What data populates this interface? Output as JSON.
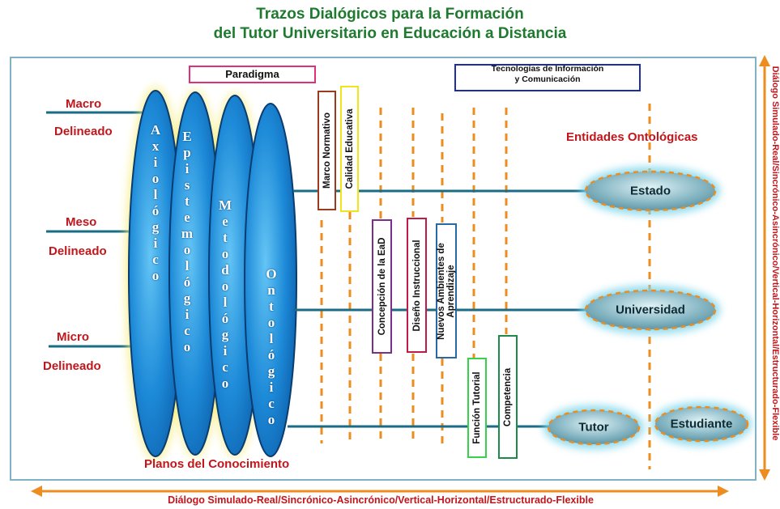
{
  "title": {
    "line1": "Trazos Dialógicos  para la Formación",
    "line2": "del Tutor Universitario en Educación a Distancia"
  },
  "paradigma": "Paradigma",
  "tecnologias": {
    "line1": "Tecnologías  de Información",
    "line2": "y Comunicación"
  },
  "levels": [
    {
      "name": "Macro",
      "sub": "Delineado"
    },
    {
      "name": "Meso",
      "sub": "Delineado"
    },
    {
      "name": "Micro",
      "sub": "Delineado"
    }
  ],
  "planes": [
    {
      "word": "Axiológico",
      "letters": [
        "A",
        "x",
        "i",
        "o",
        "l",
        "ó",
        "g",
        "i",
        "c",
        "o"
      ]
    },
    {
      "word": "Epistemológico",
      "letters": [
        "E",
        "p",
        "i",
        "s",
        "t",
        "e",
        "m",
        "o",
        "l",
        "ó",
        "g",
        "i",
        "c",
        "o"
      ]
    },
    {
      "word": "Metodológico",
      "letters": [
        "M",
        "e",
        "t",
        "o",
        "d",
        "o",
        "l",
        "ó",
        "g",
        "i",
        "c",
        "o"
      ]
    },
    {
      "word": "Ontológico",
      "letters": [
        "O",
        "n",
        "t",
        "o",
        "l",
        "ó",
        "g",
        "i",
        "c",
        "o"
      ]
    }
  ],
  "planes_label": "Planos del Conocimiento",
  "boxes": {
    "marco": "Marco Normativo",
    "calidad": "Calidad Educativa",
    "concepcion": "Concepción de la EaD",
    "diseno": "Diseño Instruccional",
    "nuevos_line1": "Nuevos Ambientes de",
    "nuevos_line2": "Aprendizaje",
    "funcion": "Función Tutorial",
    "competencia": "Competencia"
  },
  "entidades_label": "Entidades Ontológicas",
  "entities": [
    "Estado",
    "Universidad",
    "Tutor",
    "Estudiante"
  ],
  "dialog_label": "Diálogo Simulado-Real/Sincrónico-Asincrónico/Vertical-Horizontal/Estructurado-Flexible",
  "colors": {
    "title": "#1e7a2e",
    "red_text": "#c2161c",
    "orange": "#ee8d1f",
    "teal_line": "#1a6b86",
    "frame": "#7fb2c6",
    "blue_ellipse": "#1780d0",
    "glow": "#f6ec7a"
  }
}
